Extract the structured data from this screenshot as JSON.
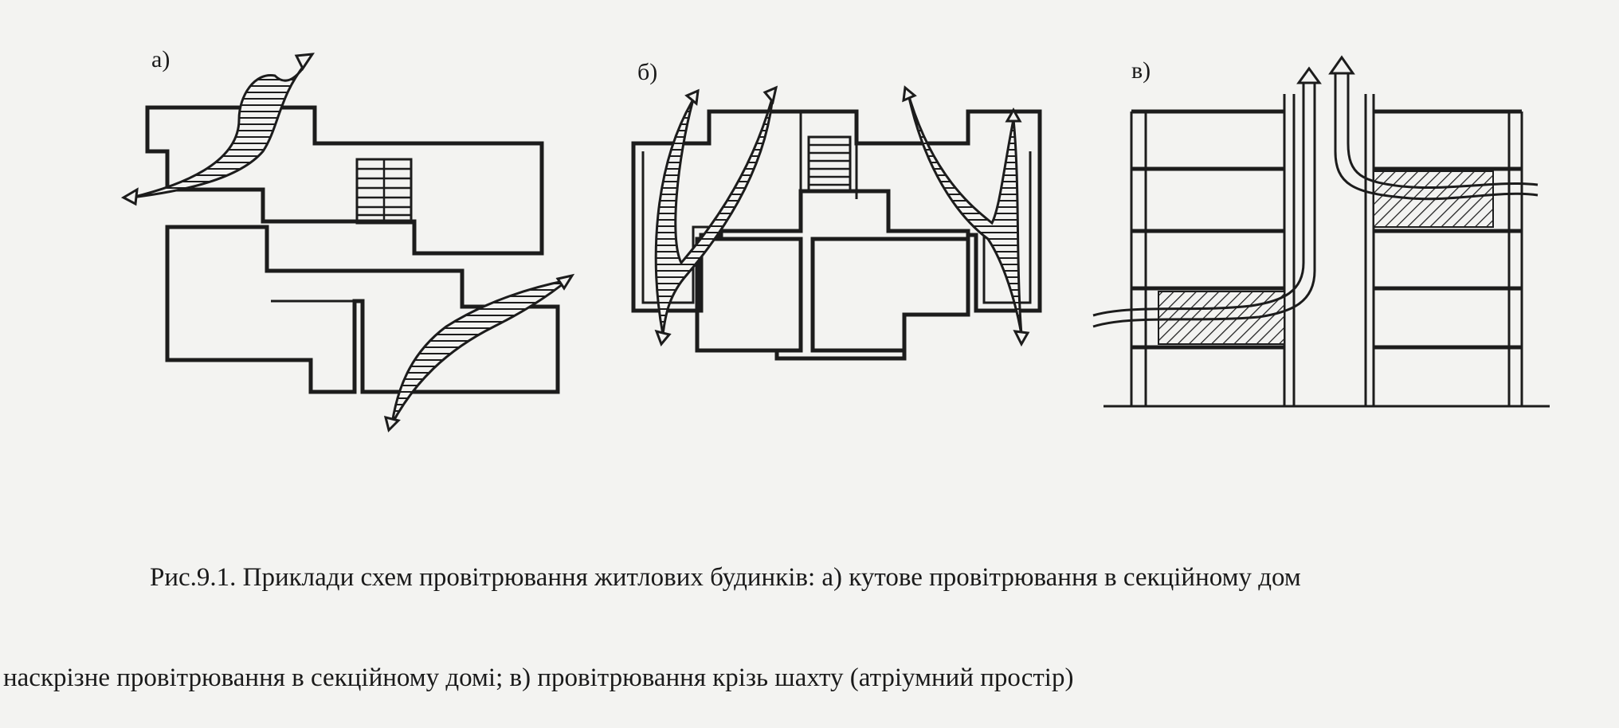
{
  "panels": [
    {
      "id": "a",
      "label": "а)"
    },
    {
      "id": "b",
      "label": "б)"
    },
    {
      "id": "c",
      "label": "в)"
    }
  ],
  "caption": {
    "line1": "Рис.9.1. Приклади схем провітрювання житлових будинків: а) кутове провітрювання в секційному дом",
    "line2": "наскрізне провітрювання в секційному домі; в) провітрювання крізь шахту (атріумний простір)"
  },
  "colors": {
    "ink": "#1c1c1c",
    "paper": "#f3f3f1"
  }
}
